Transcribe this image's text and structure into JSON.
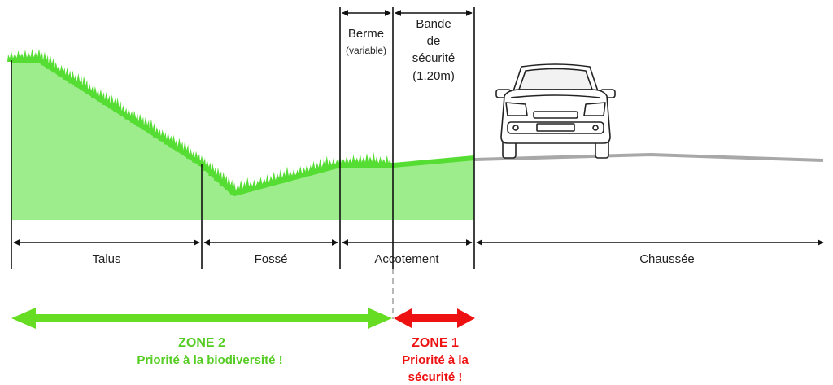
{
  "colors": {
    "green_fill": "#9ded8c",
    "green_line": "#55dd33",
    "grass": "#55dd33",
    "road": "#a8a8a8",
    "zone2": "#66dd22",
    "zone1": "#ee1111",
    "line": "#111111"
  },
  "top_labels": {
    "berme": "Berme",
    "berme_sub": "(variable)",
    "bande_1": "Bande",
    "bande_2": "de",
    "bande_3": "sécurité",
    "bande_4": "(1.20m)"
  },
  "segments": {
    "talus": "Talus",
    "fosse": "Fossé",
    "accotement": "Accotement",
    "chaussee": "Chaussée"
  },
  "zones": {
    "zone2_title": "ZONE 2",
    "zone2_sub": "Priorité à la biodiversité !",
    "zone1_title": "ZONE 1",
    "zone1_sub_1": "Priorité à la",
    "zone1_sub_2": "sécurité !"
  },
  "icons": {
    "vehicle": "car-front-icon",
    "vegetation": "grass-icon"
  }
}
